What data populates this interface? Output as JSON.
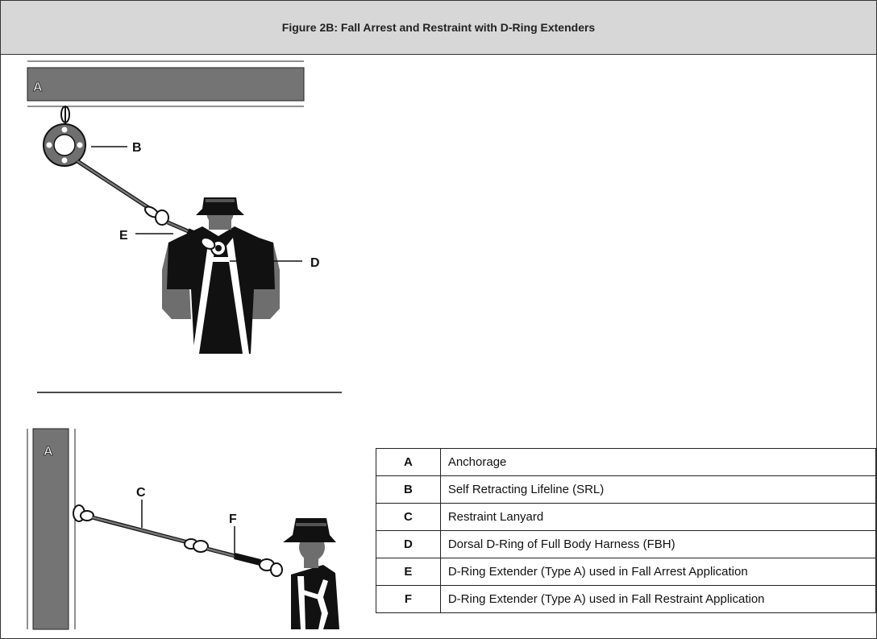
{
  "figure": {
    "title": "Figure 2B: Fall Arrest and Restraint with D-Ring Extenders"
  },
  "diagram_labels": {
    "top_anchorage": "A",
    "srl": "B",
    "extender_arrest": "E",
    "dorsal_ring": "D",
    "bottom_anchorage": "A",
    "lanyard": "C",
    "extender_restraint": "F"
  },
  "legend": [
    {
      "code": "A",
      "description": "Anchorage"
    },
    {
      "code": "B",
      "description": "Self Retracting Lifeline (SRL)"
    },
    {
      "code": "C",
      "description": "Restraint Lanyard"
    },
    {
      "code": "D",
      "description": "Dorsal D-Ring of Full Body Harness (FBH)"
    },
    {
      "code": "E",
      "description": "D-Ring Extender (Type A) used in Fall Arrest Application"
    },
    {
      "code": "F",
      "description": "D-Ring Extender (Type A) used in Fall Restraint Application"
    }
  ],
  "colors": {
    "header_bg": "#d7d7d7",
    "anchorage_gray": "#747474",
    "worker_black": "#111111",
    "arm_gray": "#6e6e6e"
  }
}
